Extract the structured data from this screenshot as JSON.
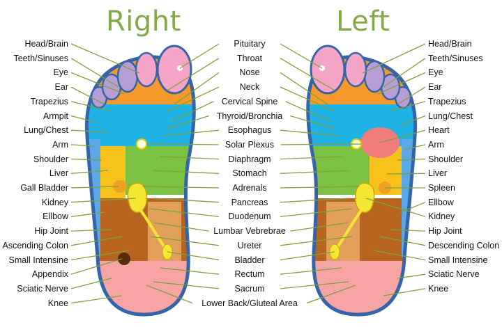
{
  "titles": {
    "right": "Right",
    "left": "Left"
  },
  "labels": {
    "right_outer": [
      "Head/Brain",
      "Teeth/Sinuses",
      "Eye",
      "Ear",
      "Trapezius",
      "Armpit",
      "Lung/Chest",
      "Arm",
      "Shoulder",
      "Liver",
      "Gall Bladder",
      "Kidney",
      "Ellbow",
      "Hip Joint",
      "Ascending Colon",
      "Small Intensine",
      "Appendix",
      "Sciatic Nerve",
      "Knee"
    ],
    "center": [
      "Pituitary",
      "Throat",
      "Nose",
      "Neck",
      "Cervical Spine",
      "Thyroid/Bronchia",
      "Esophagus",
      "Solar Plexus",
      "Diaphragm",
      "Stomach",
      "Adrenals",
      "Pancreas",
      "Duodenum",
      "Lumbar Vebrebrae",
      "Ureter",
      "Bladder",
      "Rectum",
      "Sacrum",
      "Lower Back/Gluteal Area"
    ],
    "left_outer": [
      "Head/Brain",
      "Teeth/Sinuses",
      "Eye",
      "Ear",
      "Trapezius",
      "Lung/Chest",
      "Heart",
      "Arm",
      "Shoulder",
      "Liver",
      "Spleen",
      "Ellbow",
      "Kidney",
      "Hip Joint",
      "Descending Colon",
      "Small Intensine",
      "Sciatic Nerve",
      "Knee"
    ]
  },
  "colors": {
    "title": "#84a949",
    "leader_line": "#7fa13f",
    "foot_outline": "#3565a8",
    "head": "#f4a5c8",
    "sinus": "#b79fd6",
    "neck_orange": "#f59a2a",
    "lung_blue": "#1fb3e6",
    "green": "#7cc242",
    "yellow": "#f7c21c",
    "intestine_brown": "#b7641e",
    "heel_pink": "#f6a4a4",
    "kidney_yellow": "#f6e634",
    "heart_red": "#ef7b7b"
  }
}
